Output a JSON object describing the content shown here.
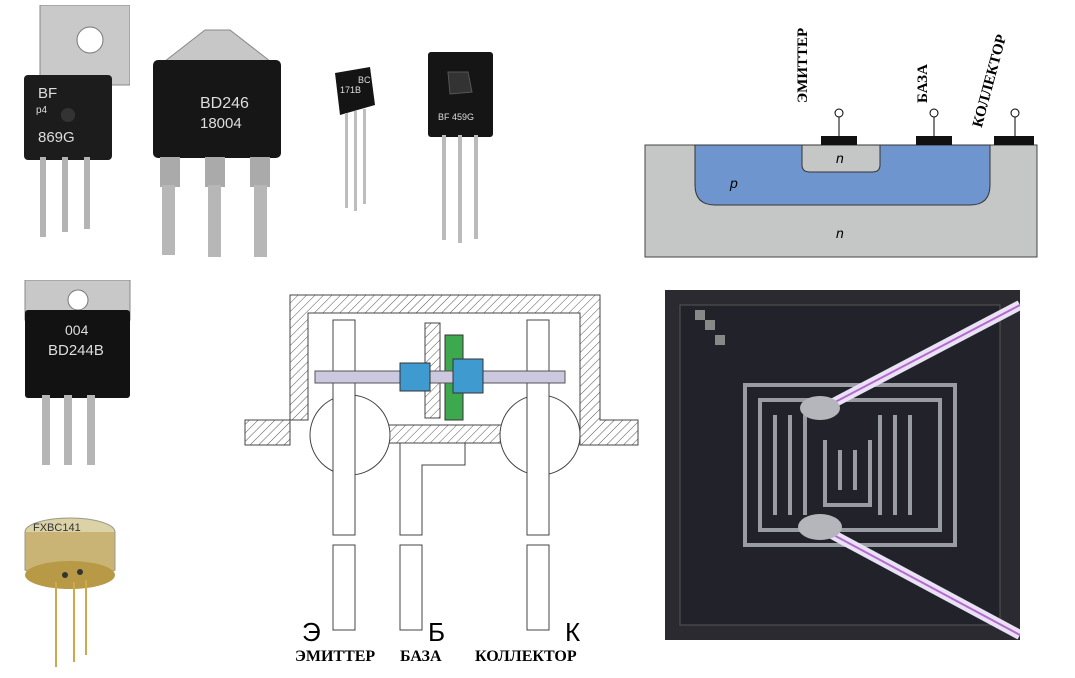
{
  "photos": {
    "t1_marking": [
      "BF",
      "p4",
      "869G"
    ],
    "t2_marking": [
      "BD246",
      "18004"
    ],
    "t3_marking": [
      "BC",
      "171B"
    ],
    "t4_marking": [
      "BF 459G"
    ],
    "t5_marking": [
      "004",
      "BD244B"
    ],
    "t6_marking": [
      "FXBC141"
    ]
  },
  "cross_section": {
    "label_emitter": "ЭМИТТЕР",
    "label_base": "БАЗА",
    "label_collector": "КОЛЛЕКТОР",
    "region_n_top": "n",
    "region_p": "p",
    "region_n_bottom": "n"
  },
  "package_diagram": {
    "pin_e": "Э",
    "pin_b": "Б",
    "pin_k": "К",
    "caption_emitter": "ЭМИТТЕР",
    "caption_base": "БАЗА",
    "caption_collector": "КОЛЛЕКТОР"
  },
  "colors": {
    "p_region": "#6f95cf",
    "substrate": "#c4c7c5",
    "contact_metal": "#111111",
    "die_dark": "#2a2a30",
    "crystal_green": "#3ea84e",
    "bond_wire_blue": "#3f9ad0"
  }
}
